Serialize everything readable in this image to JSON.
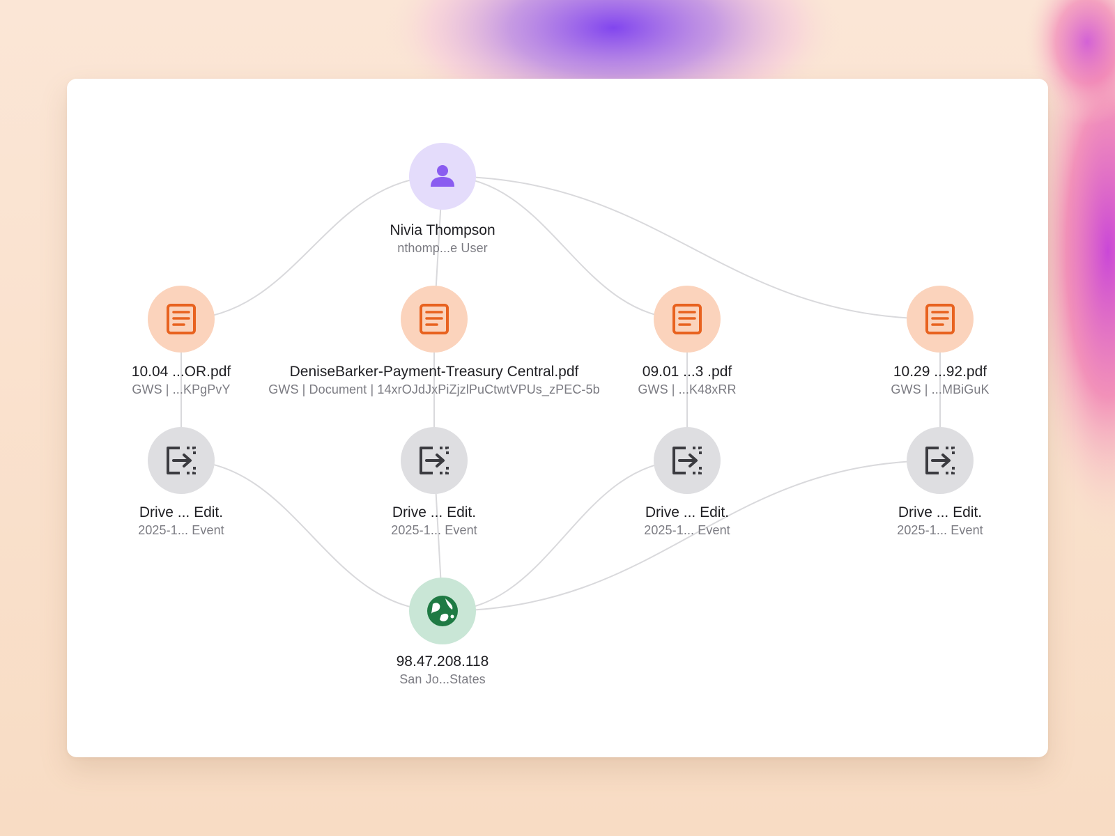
{
  "colors": {
    "edge": "#d9d9dc",
    "user_bg": "#e4dcfb",
    "user_fg": "#8a5cf0",
    "doc_bg": "#fbd3bc",
    "doc_fg": "#e8621f",
    "event_bg": "#dedee1",
    "event_fg": "#3b3b40",
    "ip_bg": "#c9e6d6",
    "ip_fg": "#1f7a44"
  },
  "nodes": [
    {
      "id": "user",
      "kind": "user",
      "icon": "person-icon",
      "title": "Nivia Thompson",
      "subtitle": "nthomp...e User"
    },
    {
      "id": "doc1",
      "kind": "document",
      "icon": "document-icon",
      "title": "10.04 ...OR.pdf",
      "subtitle": "GWS | ...KPgPvY"
    },
    {
      "id": "doc2",
      "kind": "document",
      "icon": "document-icon",
      "title": "DeniseBarker-Payment-Treasury Central.pdf",
      "subtitle": "GWS | Document | 14xrOJdJxPiZjzlPuCtwtVPUs_zPEC-5b"
    },
    {
      "id": "doc3",
      "kind": "document",
      "icon": "document-icon",
      "title": "09.01 ...3 .pdf",
      "subtitle": "GWS | ...K48xRR"
    },
    {
      "id": "doc4",
      "kind": "document",
      "icon": "document-icon",
      "title": "10.29 ...92.pdf",
      "subtitle": "GWS | ...MBiGuK"
    },
    {
      "id": "ev1",
      "kind": "event",
      "icon": "file-transfer-icon",
      "title": "Drive ... Edit.",
      "subtitle": "2025-1... Event"
    },
    {
      "id": "ev2",
      "kind": "event",
      "icon": "file-transfer-icon",
      "title": "Drive ... Edit.",
      "subtitle": "2025-1... Event"
    },
    {
      "id": "ev3",
      "kind": "event",
      "icon": "file-transfer-icon",
      "title": "Drive ... Edit.",
      "subtitle": "2025-1... Event"
    },
    {
      "id": "ev4",
      "kind": "event",
      "icon": "file-transfer-icon",
      "title": "Drive ... Edit.",
      "subtitle": "2025-1... Event"
    },
    {
      "id": "ip",
      "kind": "ip",
      "icon": "globe-icon",
      "title": "98.47.208.118",
      "subtitle": "San Jo...States"
    }
  ],
  "edges": [
    [
      "user",
      "doc1"
    ],
    [
      "user",
      "doc2"
    ],
    [
      "user",
      "doc3"
    ],
    [
      "user",
      "doc4"
    ],
    [
      "doc1",
      "ev1"
    ],
    [
      "doc2",
      "ev2"
    ],
    [
      "doc3",
      "ev3"
    ],
    [
      "doc4",
      "ev4"
    ],
    [
      "ev1",
      "ip"
    ],
    [
      "ev2",
      "ip"
    ],
    [
      "ev3",
      "ip"
    ],
    [
      "ev4",
      "ip"
    ]
  ]
}
